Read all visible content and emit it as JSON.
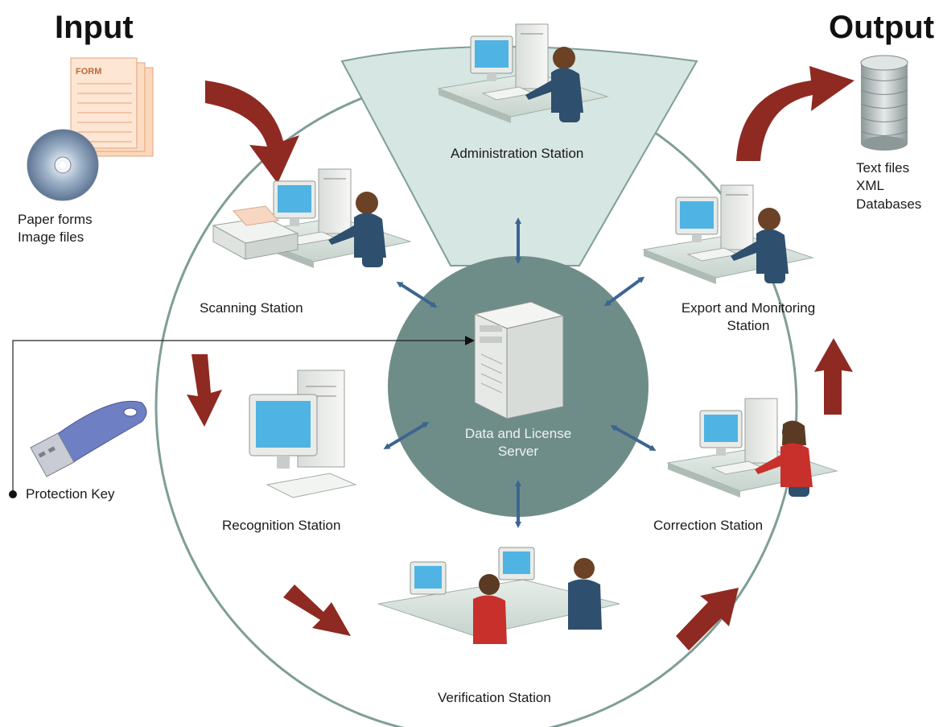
{
  "input": {
    "title": "Input",
    "items": [
      "Paper forms",
      "Image files"
    ],
    "form_caption": "FORM"
  },
  "output": {
    "title": "Output",
    "items": [
      "Text files",
      "XML",
      "Databases"
    ]
  },
  "server": {
    "label_line1": "Data and License",
    "label_line2": "Server"
  },
  "stations": {
    "administration": "Administration Station",
    "scanning": "Scanning Station",
    "export_line1": "Export and Monitoring",
    "export_line2": "Station",
    "recognition": "Recognition Station",
    "correction": "Correction Station",
    "verification": "Verification Station"
  },
  "protection_key": "Protection Key",
  "colors": {
    "ring": "#7f9e98",
    "admin_wedge": "#d6e6e2",
    "server_disc": "#6f8d88",
    "flow_arrow": "#8e2a22",
    "link_arrow": "#3d6591",
    "monitor_screen": "#4fb3e3",
    "shirt_blue": "#2f4f6e",
    "shirt_red": "#c8302b"
  }
}
